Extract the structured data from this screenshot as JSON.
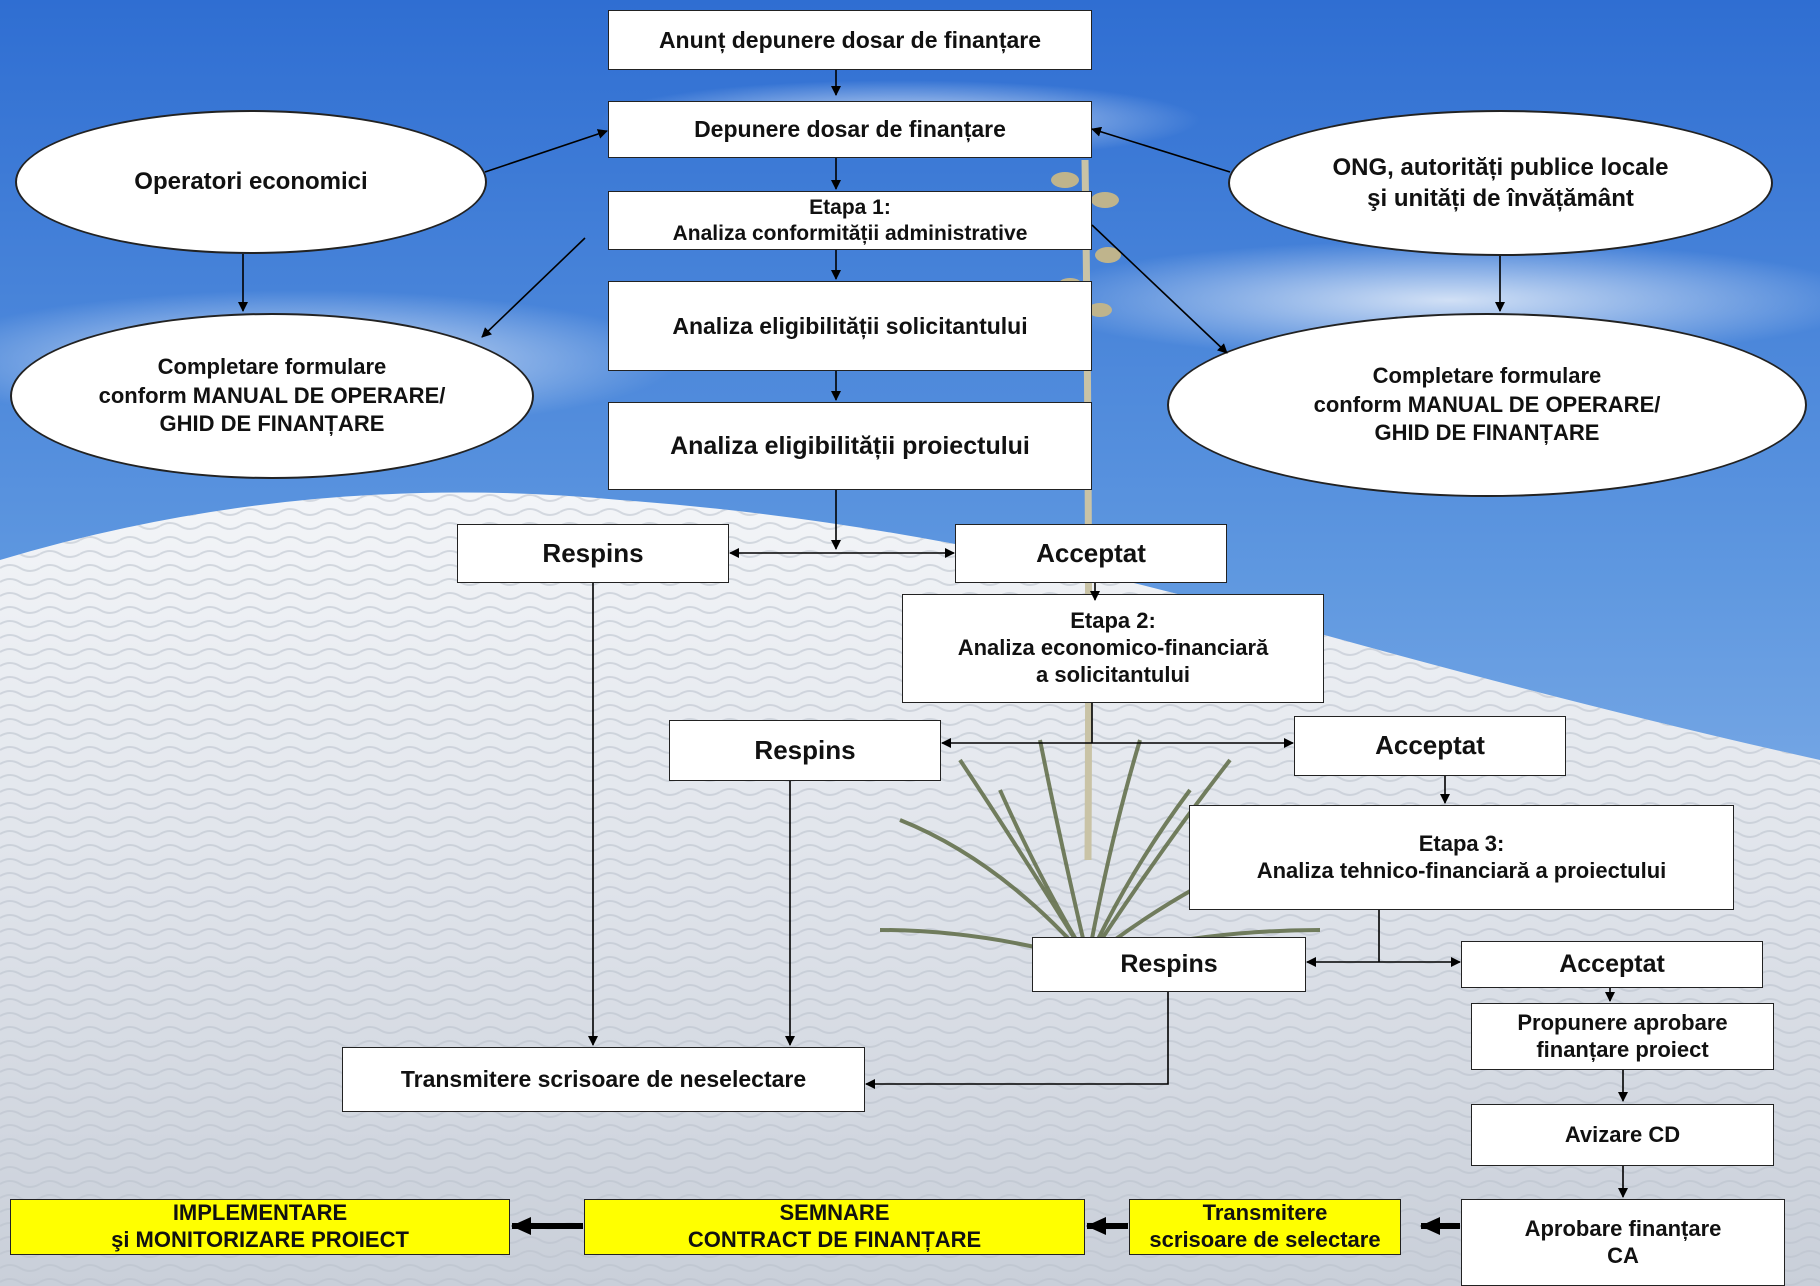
{
  "colors": {
    "box_fill": "#ffffff",
    "highlight_fill": "#ffff00",
    "sky": "#3f7fd6",
    "sand": "#e6e9ee"
  },
  "steps": {
    "announce": "Anunț depunere dosar de finanțare",
    "submit": "Depunere dosar de finanțare",
    "stage1": "Etapa 1:\nAnaliza conformității administrative",
    "eligibility_applicant": "Analiza eligibilității solicitantului",
    "eligibility_project": "Analiza eligibilității proiectului",
    "rejected_1": "Respins",
    "accepted_1": "Acceptat",
    "stage2": "Etapa 2:\nAnaliza economico-financiară\na solicitantului",
    "rejected_2": "Respins",
    "accepted_2": "Acceptat",
    "stage3": "Etapa 3:\nAnaliza tehnico-financiară a proiectului",
    "rejected_3": "Respins",
    "accepted_3": "Acceptat",
    "propose_approval": "Propunere aprobare\nfinanțare proiect",
    "endorse": "Avizare CD",
    "approve": "Aprobare finanțare\nCA",
    "selection_letter": "Transmitere\nscrisoare de selectare",
    "non_selection_letter": "Transmitere scrisoare de neselectare",
    "sign_contract": "SEMNARE\nCONTRACT DE FINANȚARE",
    "implement": "IMPLEMENTARE\nşi MONITORIZARE PROIECT"
  },
  "actors": {
    "economic_operators": "Operatori economici",
    "ngo": "ONG, autorități publice locale\nşi unități de  învățământ",
    "forms_left": "Completare formulare\nconform MANUAL DE OPERARE/\nGHID DE FINANȚARE",
    "forms_right": "Completare formulare\nconform MANUAL DE OPERARE/\nGHID DE FINANȚARE"
  }
}
